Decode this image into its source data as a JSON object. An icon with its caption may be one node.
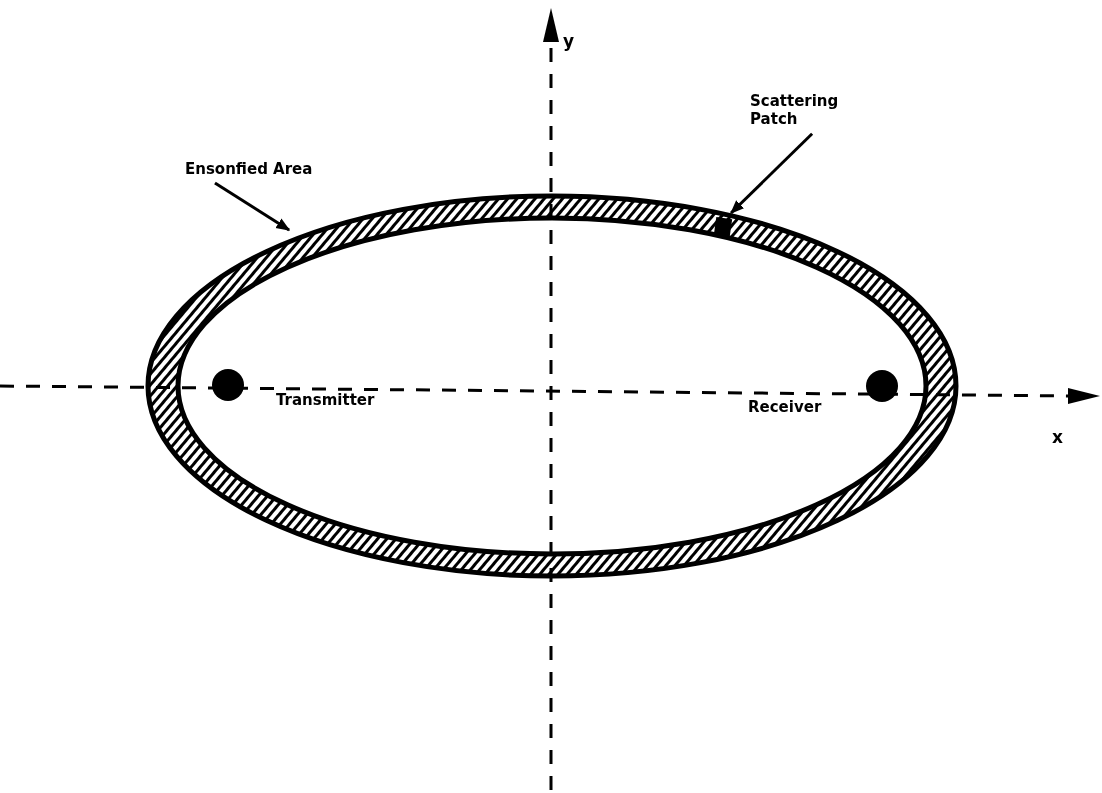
{
  "diagram": {
    "nodes": [
      {
        "text": [
          "Ensonfied Area"
        ]
      },
      {
        "text": [
          "Scattering Patch"
        ]
      },
      {
        "text": [],
        "shape": "ellipse"
      },
      {
        "text": [],
        "shape": "box",
        "in": 2
      },
      {
        "text": [],
        "shape": "circle",
        "in": 2,
        "beside": [
          "Transmitter"
        ]
      },
      {
        "text": [],
        "shape": "circle",
        "in": 2,
        "beside": [
          "Receiver"
        ]
      }
    ],
    "edges": [
      {
        "from": 0,
        "to": 2,
        "arrow": "to"
      },
      {
        "from": 1,
        "to": 3,
        "arrow": "to"
      }
    ],
    "labels": [
      "y",
      "x"
    ]
  }
}
